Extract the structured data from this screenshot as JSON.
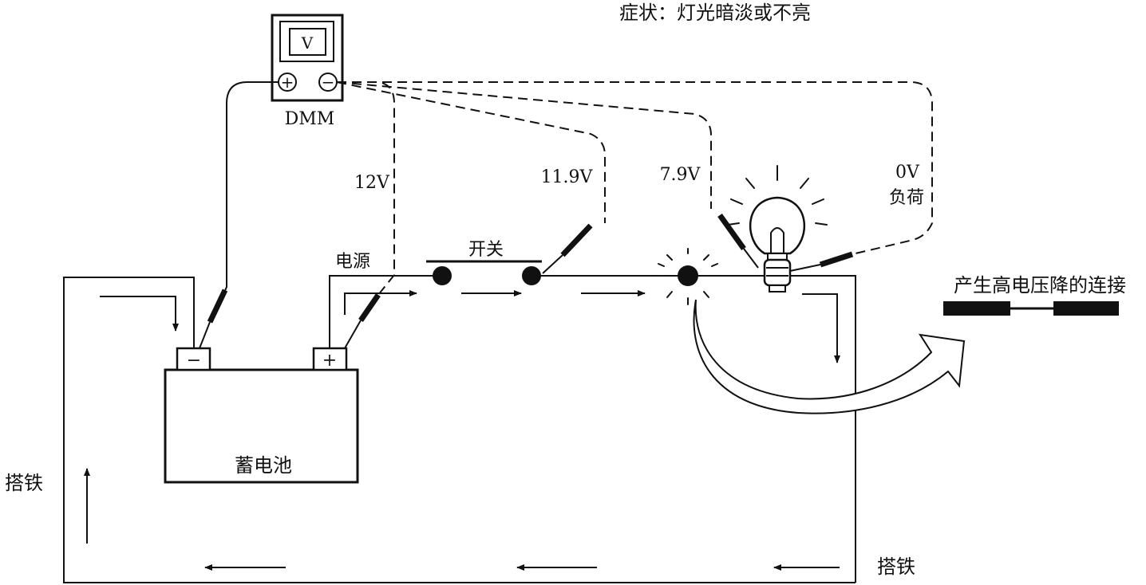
{
  "title": "症状：灯光暗淡或不亮",
  "meter": {
    "display": "V",
    "plus": "+",
    "minus": "−",
    "name": "DMM"
  },
  "readings": {
    "power": "12V",
    "after_switch": "11.9V",
    "before_load": "7.9V",
    "after_load": "0V"
  },
  "labels": {
    "load": "负荷",
    "power": "电源",
    "switch": "开关",
    "battery": "蓄电池",
    "battery_minus": "−",
    "battery_plus": "+",
    "ground_left": "搭铁",
    "ground_right": "搭铁",
    "legend": "产生高电压降的连接"
  }
}
